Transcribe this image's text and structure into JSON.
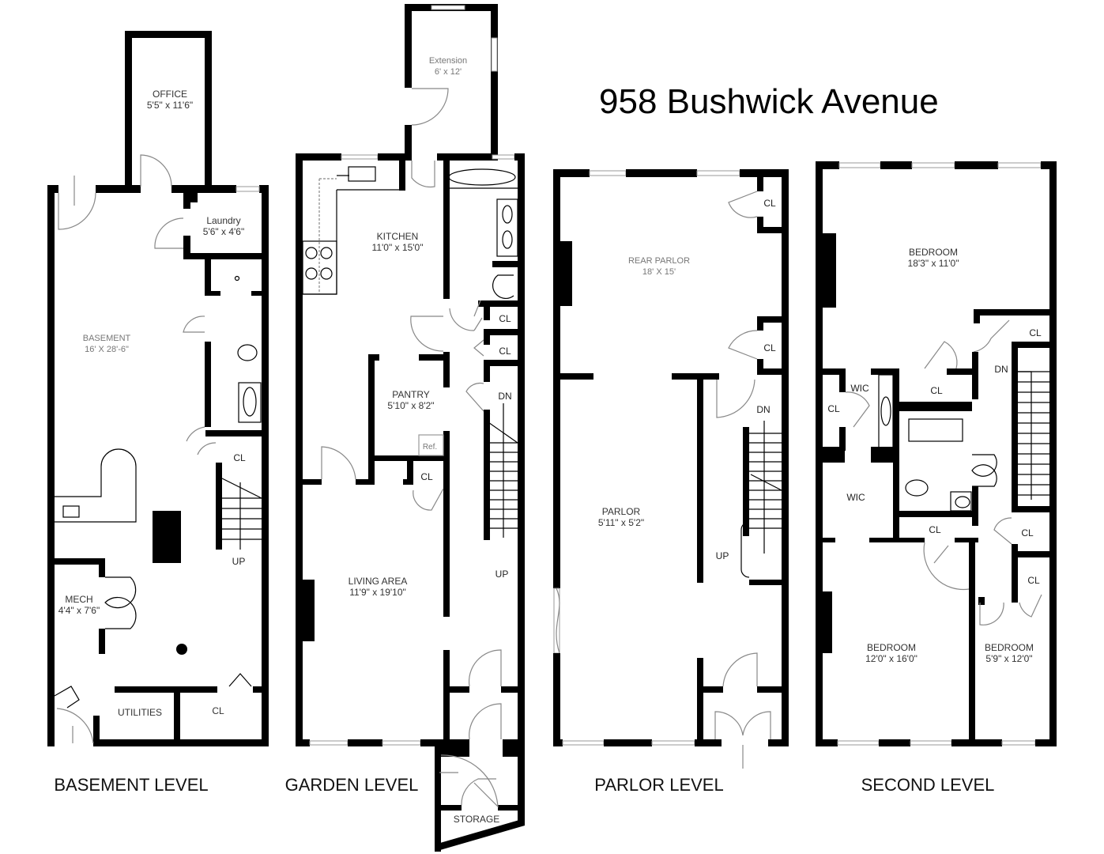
{
  "title": "958 Bushwick Avenue",
  "levels": {
    "basement": {
      "label": "BASEMENT LEVEL",
      "rooms": {
        "office": {
          "name": "OFFICE",
          "size": "5'5\" x 11'6\""
        },
        "laundry": {
          "name": "Laundry",
          "size": "5'6\" x 4'6\""
        },
        "basement": {
          "name": "BASEMENT",
          "size": "16' X 28'-6\""
        },
        "cl": {
          "name": "CL"
        },
        "up": {
          "name": "UP"
        },
        "mech": {
          "name": "MECH",
          "size": "4'4\" x 7'6\""
        },
        "utilities": {
          "name": "UTILITIES"
        },
        "cl2": {
          "name": "CL"
        }
      }
    },
    "garden": {
      "label": "GARDEN LEVEL",
      "rooms": {
        "extension": {
          "name": "Extension",
          "size": "6' x 12'"
        },
        "kitchen": {
          "name": "KITCHEN",
          "size": "11'0\" x 15'0\""
        },
        "cl1": {
          "name": "CL"
        },
        "cl2": {
          "name": "CL"
        },
        "dn": {
          "name": "DN"
        },
        "pantry": {
          "name": "PANTRY",
          "size": "5'10\" x 8'2\""
        },
        "ref": {
          "name": "Ref."
        },
        "cl3": {
          "name": "CL"
        },
        "living": {
          "name": "LIVING AREA",
          "size": "11'9\" x 19'10\""
        },
        "up": {
          "name": "UP"
        },
        "storage": {
          "name": "STORAGE"
        }
      }
    },
    "parlor": {
      "label": "PARLOR LEVEL",
      "rooms": {
        "cl1": {
          "name": "CL"
        },
        "rear_parlor": {
          "name": "REAR PARLOR",
          "size": "18' X 15'"
        },
        "cl2": {
          "name": "CL"
        },
        "dn": {
          "name": "DN"
        },
        "parlor": {
          "name": "PARLOR",
          "size": "5'11\" x 5'2\""
        },
        "up": {
          "name": "UP"
        }
      }
    },
    "second": {
      "label": "SECOND LEVEL",
      "rooms": {
        "bedroom1": {
          "name": "BEDROOM",
          "size": "18'3\" x 11'0\""
        },
        "cl1": {
          "name": "CL"
        },
        "dn": {
          "name": "DN"
        },
        "wic1": {
          "name": "WIC"
        },
        "cl2": {
          "name": "CL"
        },
        "cl3": {
          "name": "CL"
        },
        "wic2": {
          "name": "WIC"
        },
        "cl4": {
          "name": "CL"
        },
        "cl5": {
          "name": "CL"
        },
        "cl6": {
          "name": "CL"
        },
        "bedroom2": {
          "name": "BEDROOM",
          "size": "12'0\" x 16'0\""
        },
        "bedroom3": {
          "name": "BEDROOM",
          "size": "5'9\" x 12'0\""
        }
      }
    }
  }
}
